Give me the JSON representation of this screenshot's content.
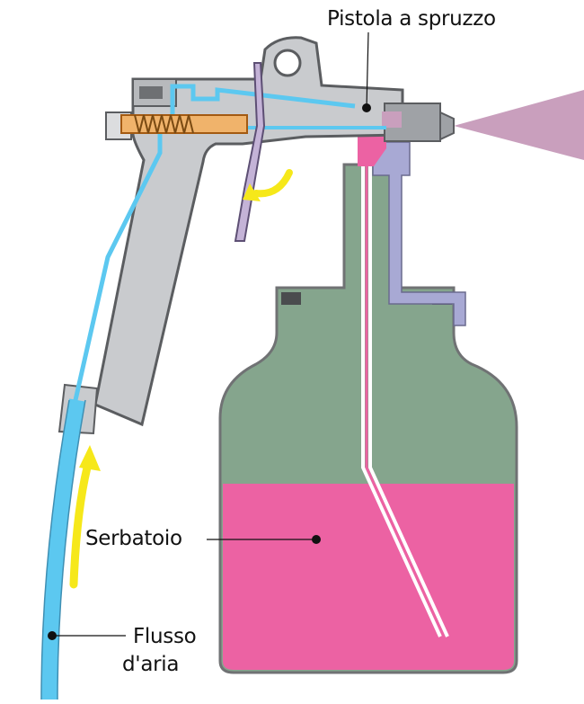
{
  "labels": {
    "spray_gun": "Pistola a spruzzo",
    "tank": "Serbatoio",
    "air_flow_line1": "Flusso",
    "air_flow_line2": "d'aria"
  },
  "colors": {
    "gun_body": "#c9cbce",
    "gun_outline": "#5b5d60",
    "air_channel": "#5cc8f0",
    "paint": "#ec62a3",
    "tank_body": "#85a58d",
    "tank_outline": "#707274",
    "spring": "#e88a2c",
    "arrow": "#f6e81a",
    "spray_mist": "#c99fbd",
    "fluid_passage": "#a8a9d4"
  }
}
